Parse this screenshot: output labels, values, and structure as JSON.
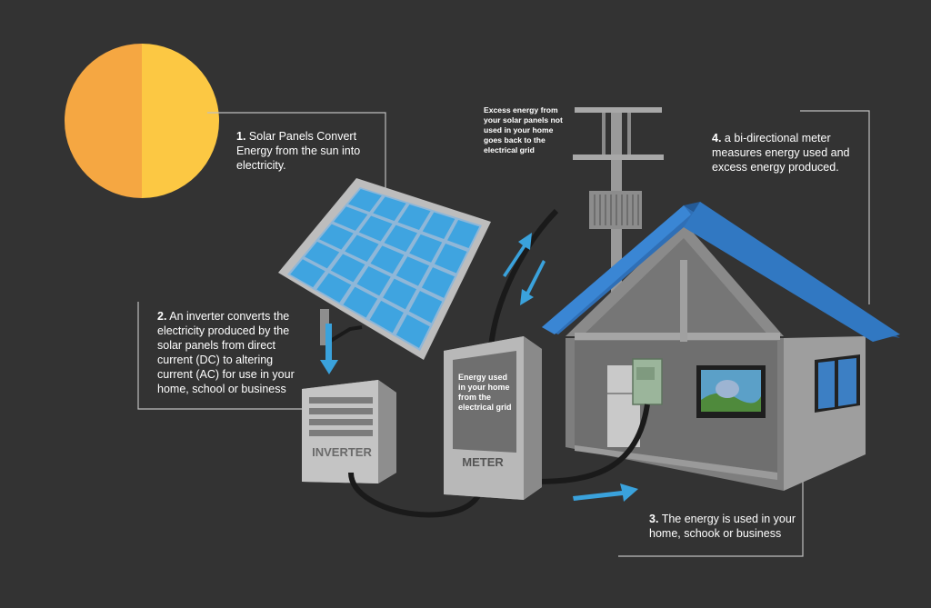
{
  "colors": {
    "background": "#333333",
    "sun_left": "#F5A742",
    "sun_right": "#FCC843",
    "panel_cell": "#3FA4E0",
    "roof": "#2F6FB6",
    "arrow": "#3AA2DC",
    "leader_line": "#BFBFBF"
  },
  "callouts": {
    "solar": {
      "number": "1.",
      "text": "Solar Panels Convert Energy from the sun into electricity."
    },
    "inverter": {
      "number": "2.",
      "text": "An inverter converts the electricity produced by the solar panels from direct current (DC) to altering current (AC) for use in your home, school or business"
    },
    "energy_use": {
      "number": "3.",
      "text": "The energy is used in your home, schook or business"
    },
    "meter": {
      "number": "4.",
      "text": "a bi-directional meter measures energy used and excess energy produced."
    }
  },
  "grid_note": "Excess energy from your solar panels not used in your home goes back to the electrical grid",
  "meter_screen": "Energy used in your home from the electrical grid",
  "labels": {
    "inverter": "INVERTER",
    "meter": "METER"
  },
  "icons": [
    "sun-icon",
    "solar-panel-icon",
    "inverter-icon",
    "meter-icon",
    "utility-pole-icon",
    "house-icon",
    "arrow-icon"
  ]
}
